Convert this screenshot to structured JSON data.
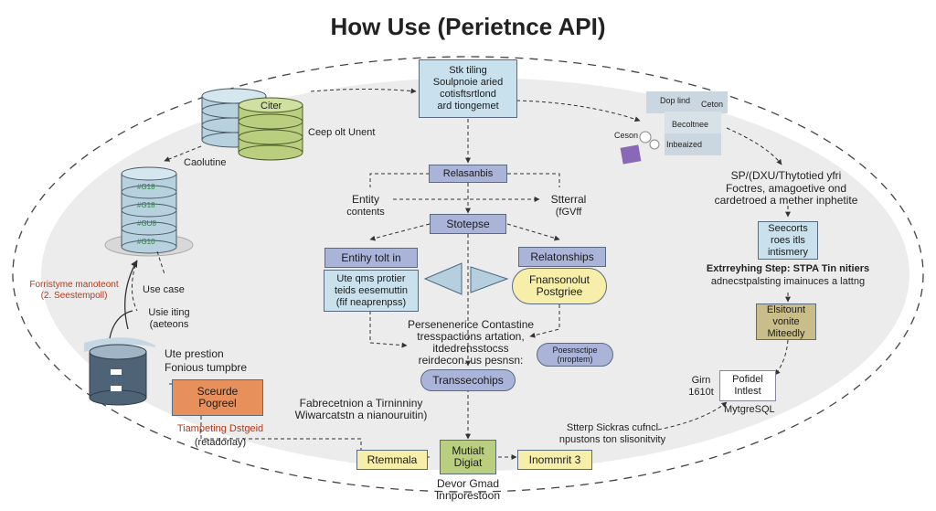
{
  "title": "How Use (Perietnce API)",
  "top_box": "Stk tiling\nSoulpnoie aried\ncotisftsrtlond\nard tiongemet",
  "db_cluster": {
    "citer": "Citer",
    "ceep_label": "Ceep olt Unent",
    "caolutine": "Caolutine",
    "disk_labels": [
      "#G18",
      "#G18",
      "#GU8",
      "#G10"
    ]
  },
  "left_notes": {
    "forristyme": "Forristyme manoteont",
    "seestempoll": "(2. Seestempoll)",
    "use_case": "Use case",
    "usie_iting": "Usie iting\n(aeteons",
    "ute_prestion": "Ute prestion",
    "fonious": "Fonious tumpbre"
  },
  "secure_box": "Sceurde\nPogreel",
  "tampeting": "Tiampeting Dstgeid",
  "retadoriay": "(retadoriay)",
  "center": {
    "relasanbis": "Relasanbis",
    "entity": "Entity",
    "contents": "contents",
    "stterral": "Stterral",
    "gvff": "(fGVff",
    "stotepse": "Stotepse",
    "entithy": "Entihy tolt in",
    "relatonships": "Relatonships",
    "ute_qms": "Ute qms protier\nteids eesemuttin\n(fif neaprenpss)",
    "fnansonolut": "Fnansonolut\nPostgriee",
    "persenenerice": "Persenenerice Contastine\ntresspactions artation,\nitdedrensstocss\nreirdecon..us pesnsn:",
    "poosenscipe": "Poesnsctipe\n(nroptem)",
    "transsecohips": "Transsecohips",
    "fabrecetion": "Fabrecetnion a Tirninniny\nWiwarcatstn a nianouruitin)",
    "retemmala": "Rtemmala",
    "mutialt": "Mutialt\nDigiat",
    "inommrit": "Inommrit 3",
    "devor": "Devor Gmad\nInnporestoon"
  },
  "right": {
    "stacked_cards": [
      "Dop lind",
      "Ceton",
      "Becoltnee",
      "Inbeaized"
    ],
    "ceson": "Ceson",
    "sp_heading": "SP/(DXU/Thytotied yfri",
    "sp_sub": "Foctres, amagoetive ond\ncardetroed a mether inphetite",
    "seecorts": "Seecorts\nroes itls\nintismery",
    "extrey_heading": "Extrreyhing Step: STPA Tin nitiers",
    "extrey_sub": "adnecstpalsting imainuces a lattng",
    "elsitount": "Elsitount\nvonite\nMiteedly",
    "girn": "Girn\n1610t",
    "pofidel": "Pofidel\nIntlest",
    "mytgresql": "MytgreSQL",
    "stterp": "Stterp Sickras cufncl\nnpustons ton slisonitvity"
  },
  "colors": {
    "blue_box": "#c8e1ec",
    "indigo_box": "#aab3d8",
    "yellow_box": "#f7eeaa",
    "orange_box": "#e8905b",
    "olive_box": "#c9bd8a",
    "green_db": "#b9cf7f",
    "blue_db": "#b7d2de",
    "ellipse": "#ececec"
  }
}
